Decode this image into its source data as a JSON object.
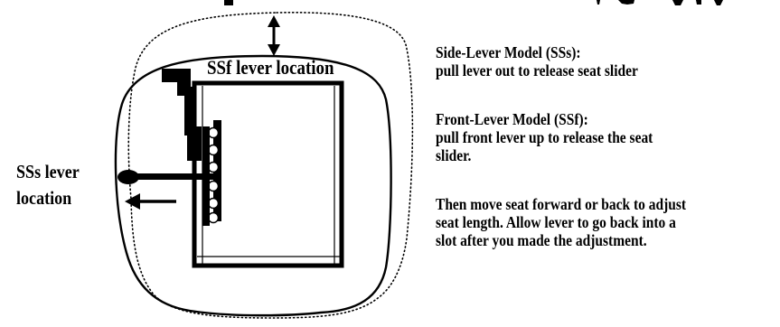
{
  "diagram": {
    "top_lever_label": "SSf lever location",
    "side_lever_label": [
      "SSs lever",
      "location"
    ],
    "instructions": [
      {
        "heading": "Side-Lever Model (SSs):",
        "lines": [
          "pull lever out to release seat slider"
        ]
      },
      {
        "heading": "Front-Lever Model (SSf):",
        "lines": [
          "pull front lever up to release the seat",
          "slider."
        ]
      },
      {
        "heading": "",
        "lines": [
          "Then move seat forward or back to adjust",
          "seat length. Allow lever to go back into a",
          "slot after you made the adjustment."
        ]
      }
    ]
  },
  "colors": {
    "ink": "#000000",
    "background": "#ffffff"
  }
}
